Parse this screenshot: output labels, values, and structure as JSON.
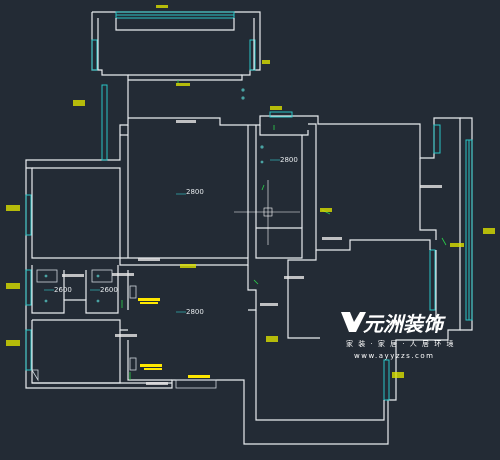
{
  "plan": {
    "room_height_tags": [
      {
        "id": "living",
        "value": "2800"
      },
      {
        "id": "dining",
        "value": "2800"
      },
      {
        "id": "corridor",
        "value": "2800"
      },
      {
        "id": "kitchen",
        "value": "2800"
      },
      {
        "id": "bath1",
        "value": "2600"
      },
      {
        "id": "bath2",
        "value": "2600"
      }
    ],
    "watermark": {
      "brand": "元洲装饰",
      "slogan": "家 装 · 家 居 · 人 居 环 境",
      "url": "www.ayyzzs.com"
    }
  }
}
